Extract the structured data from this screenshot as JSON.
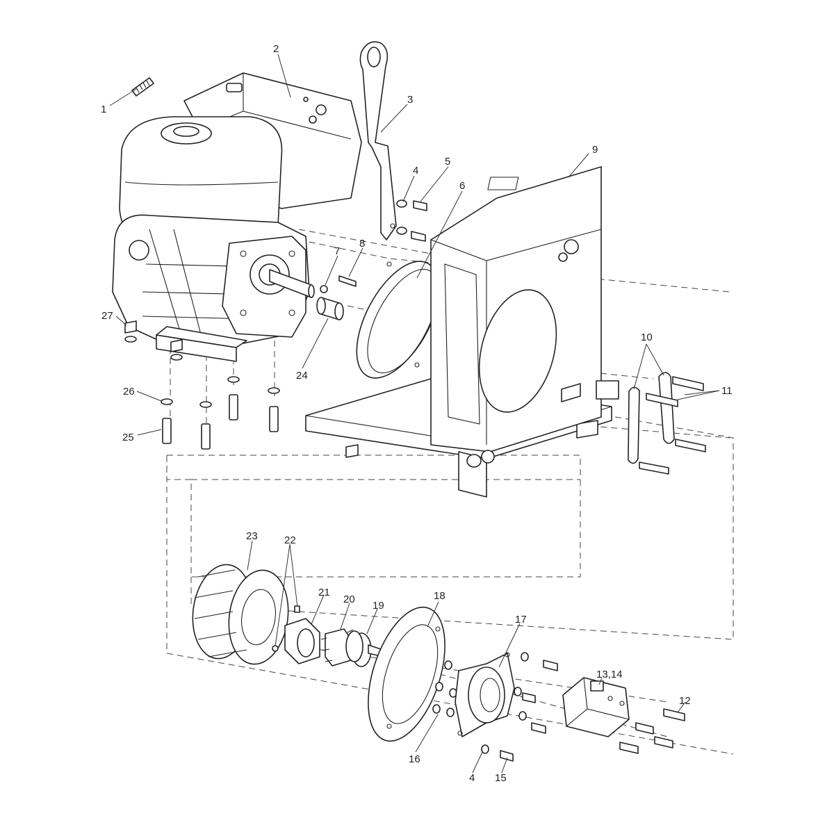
{
  "callouts": [
    {
      "id": "1",
      "label": "1"
    },
    {
      "id": "2",
      "label": "2"
    },
    {
      "id": "3",
      "label": "3"
    },
    {
      "id": "4a",
      "label": "4"
    },
    {
      "id": "5",
      "label": "5"
    },
    {
      "id": "6",
      "label": "6"
    },
    {
      "id": "7",
      "label": "7"
    },
    {
      "id": "8",
      "label": "8"
    },
    {
      "id": "9",
      "label": "9"
    },
    {
      "id": "10",
      "label": "10"
    },
    {
      "id": "11",
      "label": "11"
    },
    {
      "id": "12",
      "label": "12"
    },
    {
      "id": "13_14",
      "label": "13,14"
    },
    {
      "id": "15",
      "label": "15"
    },
    {
      "id": "16",
      "label": "16"
    },
    {
      "id": "17",
      "label": "17"
    },
    {
      "id": "18",
      "label": "18"
    },
    {
      "id": "19",
      "label": "19"
    },
    {
      "id": "20",
      "label": "20"
    },
    {
      "id": "21",
      "label": "21"
    },
    {
      "id": "22",
      "label": "22"
    },
    {
      "id": "23",
      "label": "23"
    },
    {
      "id": "24",
      "label": "24"
    },
    {
      "id": "25",
      "label": "25"
    },
    {
      "id": "26",
      "label": "26"
    },
    {
      "id": "27",
      "label": "27"
    },
    {
      "id": "4b",
      "label": "4"
    }
  ]
}
